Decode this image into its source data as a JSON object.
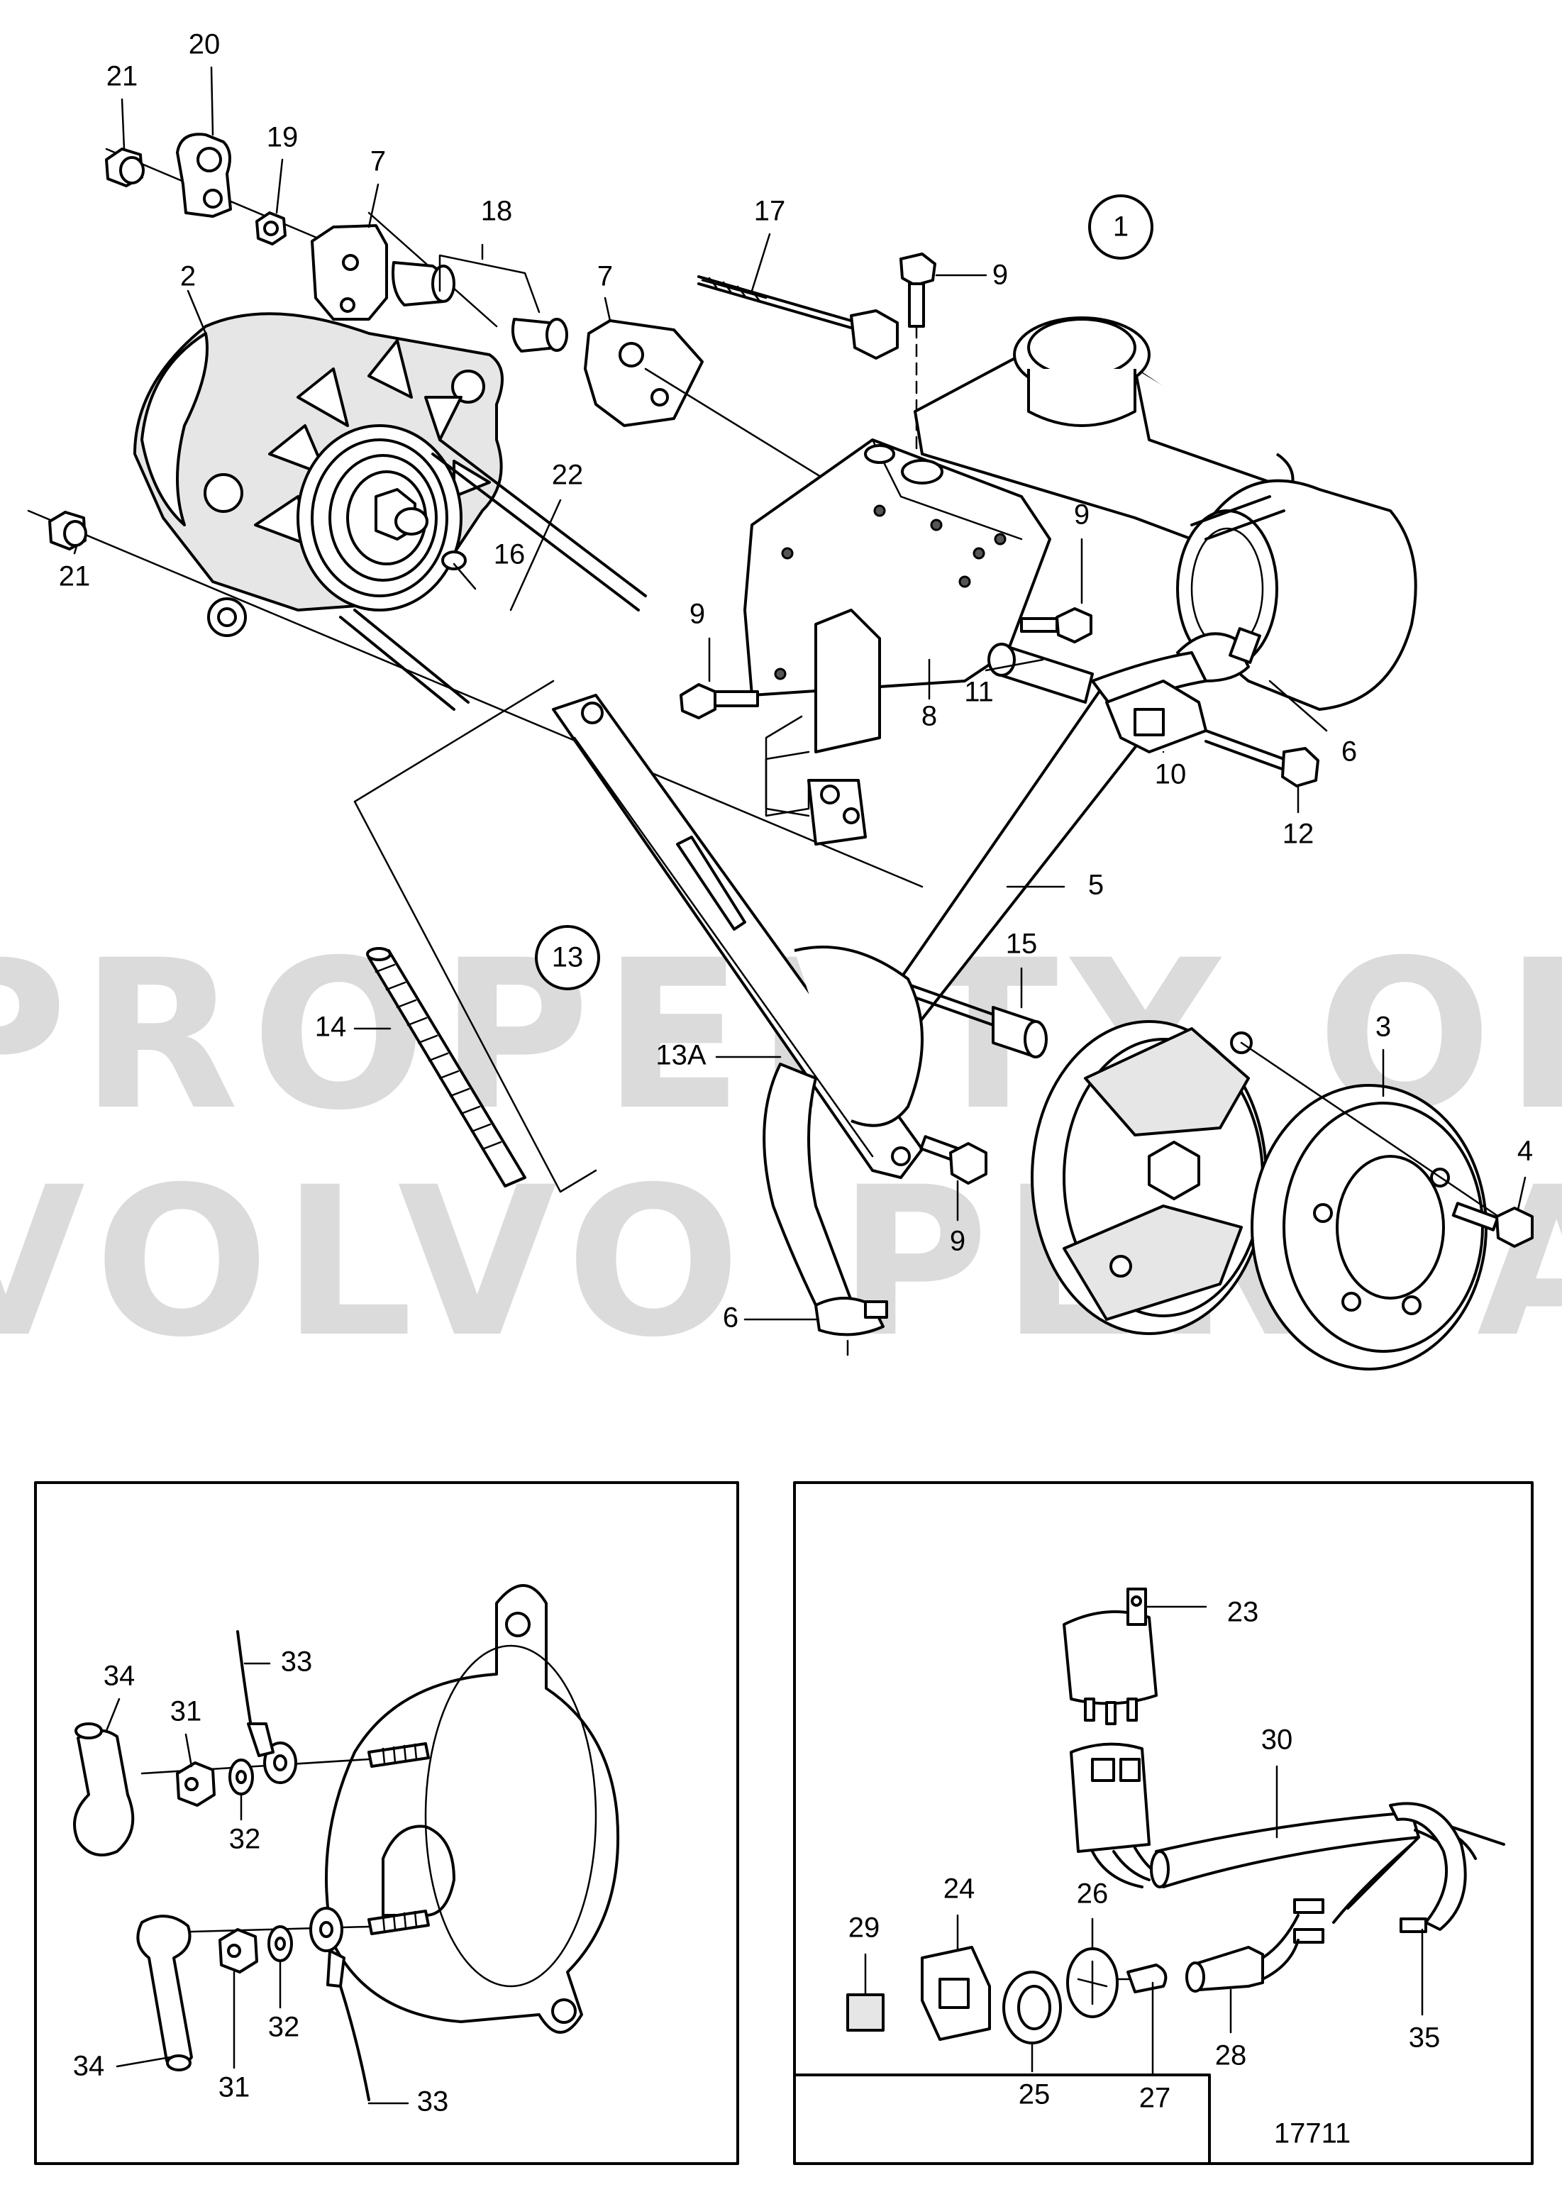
{
  "diagram": {
    "figure_number": "17711",
    "watermark_lines": [
      "PROPERTY OF",
      "VOLVO PENTA"
    ],
    "group_markers": [
      "1",
      "13"
    ],
    "part_labels": {
      "p21a": "21",
      "p20": "20",
      "p19": "19",
      "p7a": "7",
      "p18": "18",
      "p17": "17",
      "p9a": "9",
      "p2": "2",
      "p7b": "7",
      "p22": "22",
      "p21b": "21",
      "p16": "16",
      "p9b": "9",
      "p9c": "9",
      "p11": "11",
      "p8": "8",
      "p6a": "6",
      "p10": "10",
      "p12": "12",
      "p5": "5",
      "p15": "15",
      "p14": "14",
      "p13a": "13A",
      "p3": "3",
      "p4": "4",
      "p9d": "9",
      "p6b": "6",
      "p33a": "33",
      "p34a": "34",
      "p31a": "31",
      "p32a": "32",
      "p32b": "32",
      "p34b": "34",
      "p31b": "31",
      "p33b": "33",
      "p23": "23",
      "p30": "30",
      "p29": "29",
      "p24": "24",
      "p26": "26",
      "p25": "25",
      "p27": "27",
      "p28": "28",
      "p35": "35"
    }
  }
}
